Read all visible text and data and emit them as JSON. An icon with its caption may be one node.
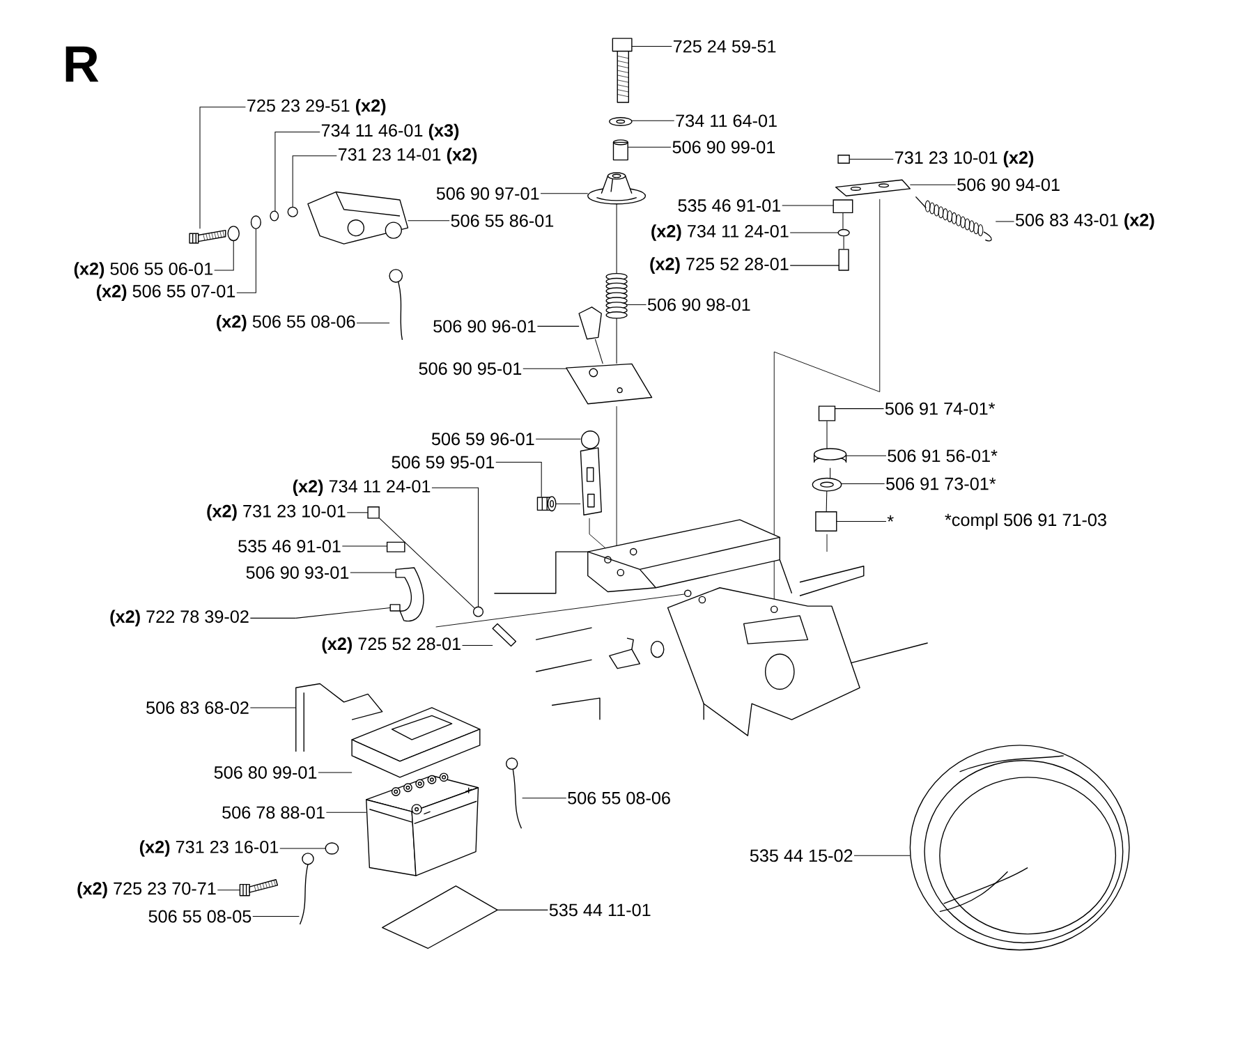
{
  "diagram": {
    "title": "R",
    "nodes": [
      {
        "text": [
          "725 24 59-51"
        ]
      },
      {
        "text": [
          "725 23 29-51 **(x2)**"
        ]
      },
      {
        "text": [
          "734 11 64-01"
        ]
      },
      {
        "text": [
          "734 11 46-01 **(x3)**"
        ]
      },
      {
        "text": [
          "506 90 99-01"
        ]
      },
      {
        "text": [
          "731 23 14-01 **(x2)**"
        ]
      },
      {
        "text": [
          "731 23 10-01 **(x2)**"
        ]
      },
      {
        "text": [
          "506 90 94-01"
        ]
      },
      {
        "text": [
          "506 90 97-01"
        ]
      },
      {
        "text": [
          "535 46 91-01"
        ]
      },
      {
        "text": [
          "506 55 86-01"
        ]
      },
      {
        "text": [
          "506 83 43-01 **(x2)**"
        ]
      },
      {
        "text": [
          "**(x2)** 734 11 24-01"
        ]
      },
      {
        "text": [
          "**(x2)** 725 52 28-01"
        ]
      },
      {
        "text": [
          "**(x2)** 506 55 06-01"
        ]
      },
      {
        "text": [
          "**(x2)** 506 55 07-01"
        ]
      },
      {
        "text": [
          "506 90 98-01"
        ]
      },
      {
        "text": [
          "**(x2)** 506 55 08-06"
        ]
      },
      {
        "text": [
          "506 90 96-01"
        ]
      },
      {
        "text": [
          "506 90 95-01"
        ]
      },
      {
        "text": [
          "506 91 74-01*"
        ]
      },
      {
        "text": [
          "506 59 96-01"
        ]
      },
      {
        "text": [
          "506 91 56-01*"
        ]
      },
      {
        "text": [
          "506 59 95-01"
        ]
      },
      {
        "text": [
          "506 91 73-01*"
        ]
      },
      {
        "text": [
          "**(x2)** 734 11 24-01"
        ]
      },
      {
        "text": [
          "**(x2)** 731 23 10-01"
        ]
      },
      {
        "text": [
          "*"
        ]
      },
      {
        "text": [
          "535 46 91-01"
        ]
      },
      {
        "text": [
          "506 90 93-01"
        ]
      },
      {
        "text": [
          "**(x2)** 722 78 39-02"
        ]
      },
      {
        "text": [
          "**(x2)** 725 52 28-01"
        ]
      },
      {
        "text": [
          "506 83 68-02"
        ]
      },
      {
        "text": [
          "506 80 99-01"
        ]
      },
      {
        "text": [
          "506 55 08-06"
        ]
      },
      {
        "text": [
          "506 78 88-01"
        ]
      },
      {
        "text": [
          "**(x2)** 731 23 16-01"
        ]
      },
      {
        "text": [
          "535 44 15-02"
        ]
      },
      {
        "text": [
          "**(x2)** 725 23 70-71"
        ]
      },
      {
        "text": [
          "535 44 11-01"
        ]
      },
      {
        "text": [
          "506 55 08-05"
        ]
      },
      {
        "text": [],
        "shape": "picture"
      },
      {
        "text": [],
        "shape": "picture"
      },
      {
        "text": [],
        "shape": "picture"
      },
      {
        "text": [],
        "shape": "circle"
      },
      {
        "text": [],
        "shape": "picture"
      },
      {
        "text": [],
        "shape": "circle"
      },
      {
        "text": [],
        "shape": "box"
      },
      {
        "text": [],
        "shape": "picture"
      },
      {
        "text": [],
        "shape": "picture"
      },
      {
        "text": [],
        "shape": "box"
      },
      {
        "text": [],
        "shape": "picture"
      },
      {
        "text": [],
        "shape": "picture"
      },
      {
        "text": [],
        "shape": "circle"
      },
      {
        "text": [],
        "shape": "box"
      },
      {
        "text": [],
        "shape": "circle"
      },
      {
        "text": [],
        "shape": "circle"
      },
      {
        "text": [],
        "shape": "picture"
      },
      {
        "text": [],
        "shape": "picture"
      },
      {
        "text": [],
        "shape": "picture"
      },
      {
        "text": [],
        "shape": "picture"
      },
      {
        "text": [],
        "shape": "box"
      },
      {
        "text": [],
        "shape": "picture"
      },
      {
        "text": [],
        "shape": "picture"
      },
      {
        "text": [],
        "shape": "picture"
      },
      {
        "text": [],
        "shape": "picture"
      },
      {
        "text": [],
        "shape": "circle"
      },
      {
        "text": [],
        "shape": "box"
      },
      {
        "text": [],
        "shape": "box"
      },
      {
        "text": [],
        "shape": "box"
      },
      {
        "text": [],
        "shape": "picture"
      },
      {
        "text": [],
        "shape": "picture"
      },
      {
        "text": [],
        "shape": "picture"
      },
      {
        "text": [],
        "shape": "picture"
      },
      {
        "text": [],
        "shape": "picture"
      },
      {
        "text": [],
        "shape": "picture"
      },
      {
        "text": [],
        "shape": "picture"
      },
      {
        "text": [],
        "shape": "circle"
      },
      {
        "text": [],
        "shape": "picture"
      },
      {
        "text": [],
        "shape": "picture"
      },
      {
        "text": [],
        "shape": "picture"
      },
      {
        "text": [],
        "shape": "picture"
      }
    ],
    "edges": [
      {
        "from": 0,
        "to": 41,
        "arrow": "none"
      },
      {
        "from": 1,
        "to": 42,
        "arrow": "none"
      },
      {
        "from": 2,
        "to": 43,
        "arrow": "none"
      },
      {
        "from": 3,
        "to": 44,
        "arrow": "none"
      },
      {
        "from": 4,
        "to": 45,
        "arrow": "none"
      },
      {
        "from": 5,
        "to": 46,
        "arrow": "none"
      },
      {
        "from": 6,
        "to": 47,
        "arrow": "none"
      },
      {
        "from": 7,
        "to": 48,
        "arrow": "none"
      },
      {
        "from": 8,
        "to": 49,
        "arrow": "none"
      },
      {
        "from": 9,
        "to": 50,
        "arrow": "none"
      },
      {
        "from": 10,
        "to": 51,
        "arrow": "none"
      },
      {
        "from": 11,
        "to": 52,
        "arrow": "none"
      },
      {
        "from": 12,
        "to": 53,
        "arrow": "none"
      },
      {
        "from": 13,
        "to": 54,
        "arrow": "none"
      },
      {
        "from": 14,
        "to": 55,
        "arrow": "none"
      },
      {
        "from": 15,
        "to": 56,
        "arrow": "none"
      },
      {
        "from": 16,
        "to": 57,
        "arrow": "none"
      },
      {
        "from": 17,
        "to": 58,
        "arrow": "none"
      },
      {
        "from": 18,
        "to": 59,
        "arrow": "none"
      },
      {
        "from": 19,
        "to": 60,
        "arrow": "none"
      },
      {
        "from": 20,
        "to": 61,
        "arrow": "none"
      },
      {
        "from": 21,
        "to": 62,
        "arrow": "none"
      },
      {
        "from": 22,
        "to": 63,
        "arrow": "none"
      },
      {
        "from": 23,
        "to": 64,
        "arrow": "none"
      },
      {
        "from": 24,
        "to": 65,
        "arrow": "none"
      },
      {
        "from": 25,
        "to": 66,
        "arrow": "none"
      },
      {
        "from": 26,
        "to": 67,
        "arrow": "none"
      },
      {
        "from": 27,
        "to": 68,
        "arrow": "none"
      },
      {
        "from": 28,
        "to": 69,
        "arrow": "none"
      },
      {
        "from": 29,
        "to": 70,
        "arrow": "none"
      },
      {
        "from": 30,
        "to": 71,
        "arrow": "none"
      },
      {
        "from": 31,
        "to": 72,
        "arrow": "none"
      },
      {
        "from": 32,
        "to": 73,
        "arrow": "none"
      },
      {
        "from": 33,
        "to": 74,
        "arrow": "none"
      },
      {
        "from": 34,
        "to": 75,
        "arrow": "none"
      },
      {
        "from": 35,
        "to": 76,
        "arrow": "none"
      },
      {
        "from": 36,
        "to": 77,
        "arrow": "none"
      },
      {
        "from": 37,
        "to": 78,
        "arrow": "none"
      },
      {
        "from": 38,
        "to": 79,
        "arrow": "none"
      },
      {
        "from": 39,
        "to": 80,
        "arrow": "none"
      },
      {
        "from": 40,
        "to": 81,
        "arrow": "none"
      },
      {
        "from": 49,
        "to": 57,
        "arrow": "none"
      },
      {
        "from": 57,
        "to": 60,
        "arrow": "none"
      },
      {
        "from": 59,
        "to": 60,
        "arrow": "none"
      },
      {
        "from": 50,
        "to": 53,
        "arrow": "none"
      },
      {
        "from": 53,
        "to": 54,
        "arrow": "none"
      },
      {
        "from": 61,
        "to": 63,
        "arrow": "none"
      },
      {
        "from": 63,
        "to": 65,
        "arrow": "none"
      },
      {
        "from": 65,
        "to": 68,
        "arrow": "none"
      },
      {
        "from": 67,
        "to": 66,
        "arrow": "none"
      },
      {
        "from": 64,
        "to": 62,
        "arrow": "none"
      }
    ],
    "labels": [
      "*compl 506 91 71-03"
    ]
  }
}
